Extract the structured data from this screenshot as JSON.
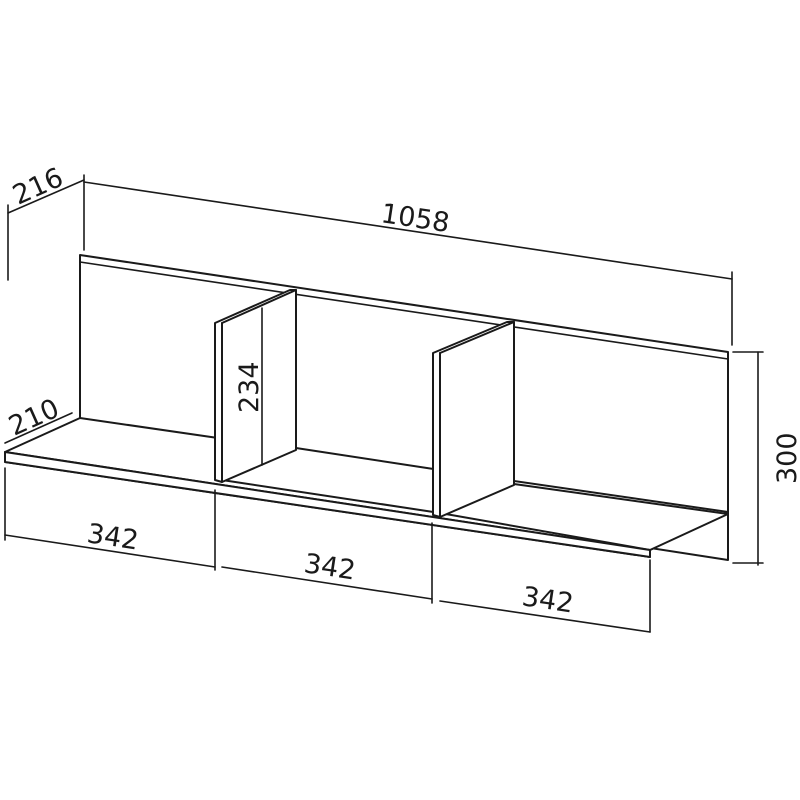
{
  "dimensions": {
    "total_width": "1058",
    "depth_top": "216",
    "depth_shelf": "210",
    "height_total": "300",
    "height_inner": "234",
    "section_1": "342",
    "section_2": "342",
    "section_3": "342"
  },
  "colors": {
    "line": "#1a1a1a",
    "background": "#ffffff"
  }
}
